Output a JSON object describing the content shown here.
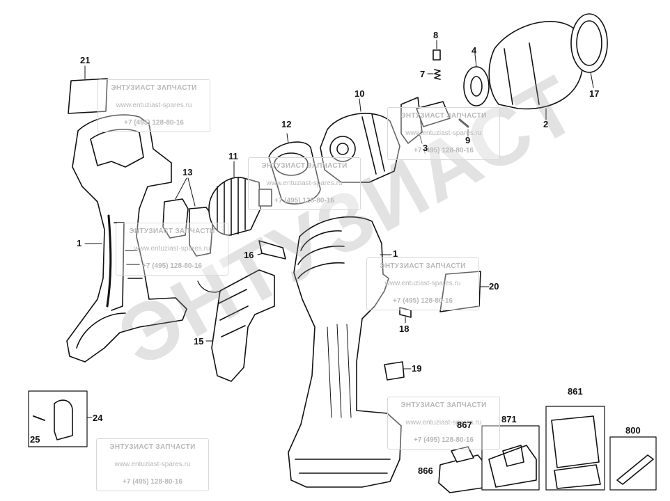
{
  "diagram": {
    "watermark_big": "ЭНТУЗИАСТ",
    "watermark_boxes": [
      {
        "title": "ЭНТУЗИАСТ ЗАПЧАСТИ",
        "site": "www.entuziast-spares.ru",
        "phone": "+7 (495) 128-80-16"
      },
      {
        "title": "ЭНТУЗИАСТ ЗАПЧАСТИ",
        "site": "www.entuziast-spares.ru",
        "phone": "+7 (495) 128-80-16"
      },
      {
        "title": "ЭНТУЗИАСТ ЗАПЧАСТИ",
        "site": "www.entuziast-spares.ru",
        "phone": "+7 (495) 128-80-16"
      },
      {
        "title": "ЭНТУЗИАСТ ЗАПЧАСТИ",
        "site": "www.entuziast-spares.ru",
        "phone": "+7 (495) 128-80-16"
      },
      {
        "title": "ЭНТУЗИАСТ ЗАПЧАСТИ",
        "site": "www.entuziast-spares.ru",
        "phone": "+7 (495) 128-80-16"
      },
      {
        "title": "ЭНТУЗИАСТ ЗАПЧАСТИ",
        "site": "www.entuziast-spares.ru",
        "phone": "+7 (495) 128-80-16"
      },
      {
        "title": "ЭНТУЗИАСТ ЗАПЧАСТИ",
        "site": "www.entuziast-spares.ru",
        "phone": "+7 (495) 128-80-16"
      }
    ],
    "part_labels": {
      "p21": "21",
      "p1a": "1",
      "p13": "13",
      "p11": "11",
      "p12": "12",
      "p10": "10",
      "p8": "8",
      "p7": "7",
      "p4": "4",
      "p17": "17",
      "p2": "2",
      "p3": "3",
      "p9": "9",
      "p16": "16",
      "p1b": "1",
      "p20": "20",
      "p18": "18",
      "p15": "15",
      "p19": "19",
      "p24": "24",
      "p25": "25",
      "p861": "861",
      "p867": "867",
      "p871": "871",
      "p800": "800",
      "p866": "866"
    }
  }
}
